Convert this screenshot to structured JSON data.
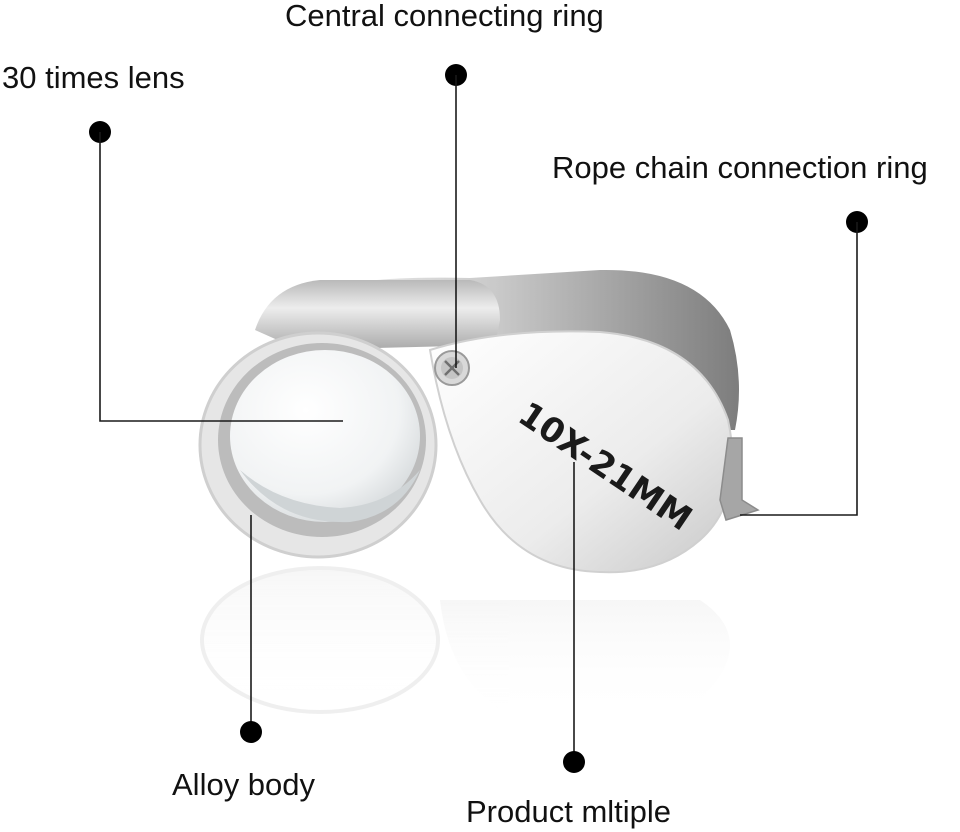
{
  "product": {
    "engraving": "10X-21MM"
  },
  "callouts": {
    "central_ring": "Central connecting ring",
    "lens": "30 times lens",
    "rope_ring": "Rope chain connection ring",
    "alloy_body": "Alloy body",
    "multiple": "Product mltiple"
  },
  "colors": {
    "background": "#ffffff",
    "leader_line": "#1a1a1a",
    "dot": "#000000",
    "metal_light": "#f2f2f2",
    "metal_dark": "#8a8a8a"
  }
}
